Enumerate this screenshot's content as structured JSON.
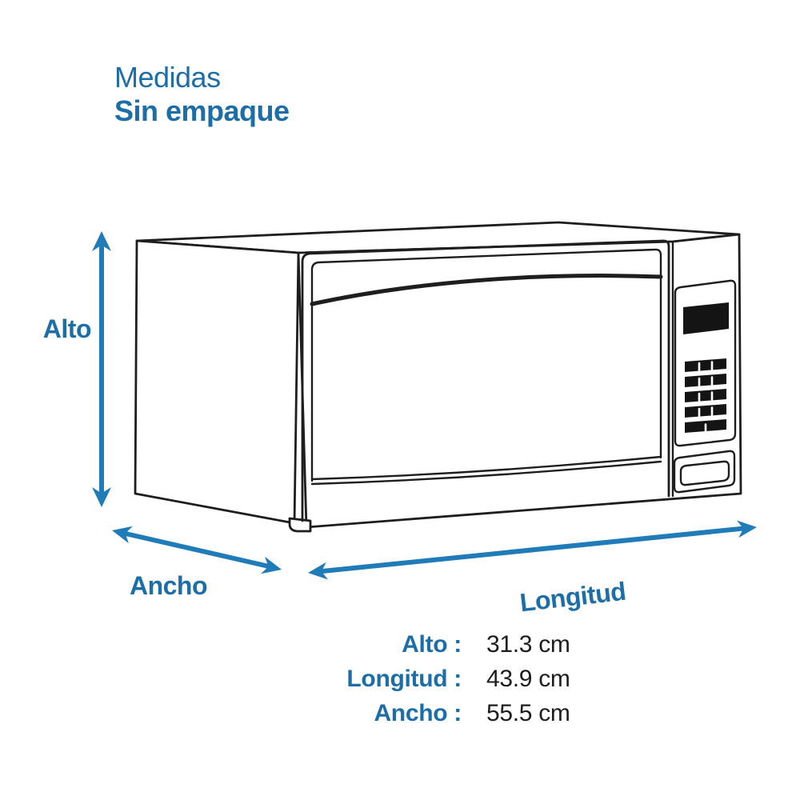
{
  "title": {
    "line1": "Medidas",
    "line2": "Sin empaque"
  },
  "diagram": {
    "type": "product-dimensions-line-art",
    "subject": "microwave-oven",
    "labels": {
      "alto": "Alto",
      "ancho": "Ancho",
      "longitud": "Longitud"
    }
  },
  "measurements": {
    "rows": [
      {
        "label": "Alto :",
        "value": "31.3 cm"
      },
      {
        "label": "Longitud :",
        "value": "43.9 cm"
      },
      {
        "label": "Ancho :",
        "value": "55.5 cm"
      }
    ]
  },
  "colors": {
    "text_blue": "#1C6EA8",
    "arrow_blue": "#1F7CB8",
    "outline_black": "#1e1e1e",
    "background": "#ffffff"
  }
}
